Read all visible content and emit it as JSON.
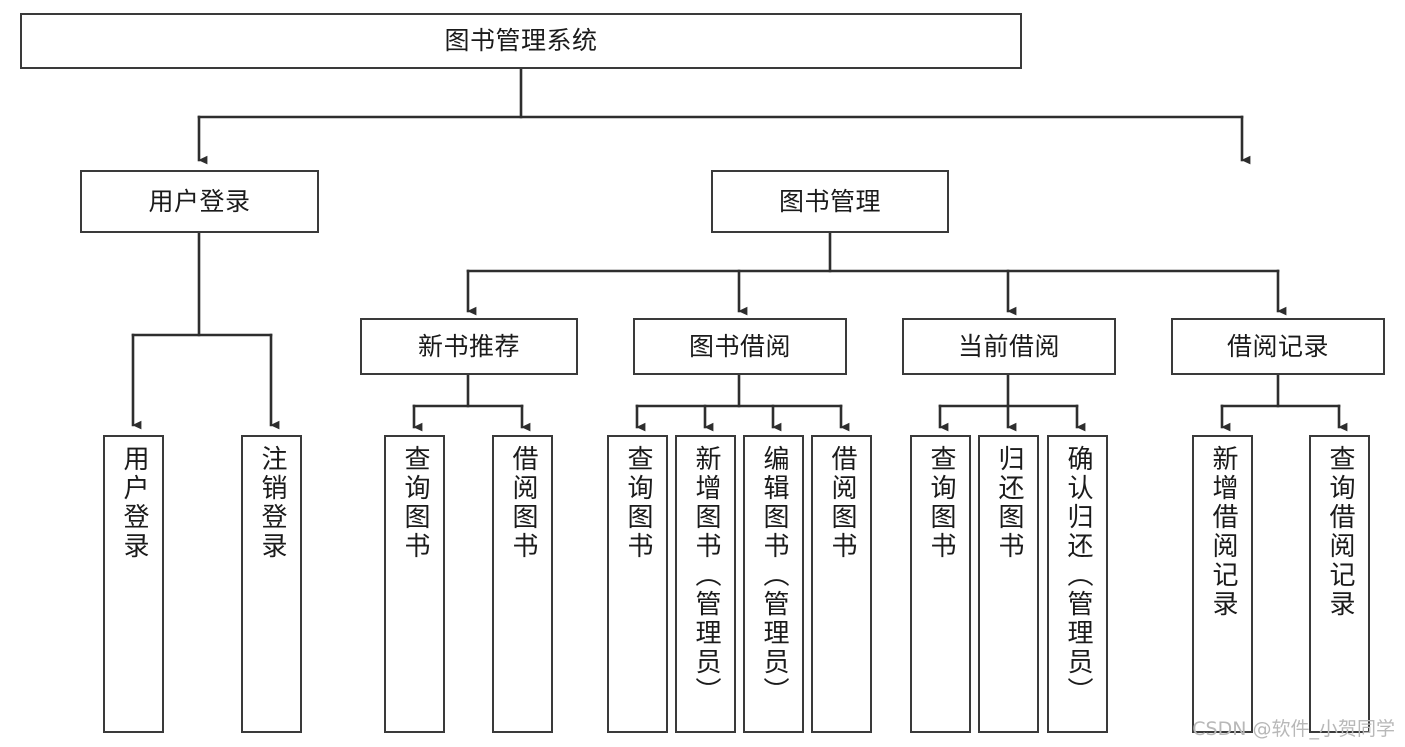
{
  "diagram": {
    "title": "图书管理系统",
    "watermark": "CSDN @软件_小贺同学",
    "line_color": "#3a3a3a",
    "box_fill": "#ffffff",
    "text_color": "#1b1b1b",
    "nodes": {
      "root": {
        "label": "图书管理系统"
      },
      "level1": [
        {
          "id": "user-login",
          "label": "用户登录"
        },
        {
          "id": "book-manage",
          "label": "图书管理"
        }
      ],
      "level2": [
        {
          "id": "new-book-recommend",
          "label": "新书推荐",
          "parent": "book-manage"
        },
        {
          "id": "book-borrow",
          "label": "图书借阅",
          "parent": "book-manage"
        },
        {
          "id": "current-borrow",
          "label": "当前借阅",
          "parent": "book-manage"
        },
        {
          "id": "borrow-record",
          "label": "借阅记录",
          "parent": "book-manage"
        }
      ],
      "leaves": [
        {
          "id": "leaf-user-login",
          "label": "用户登录",
          "parent": "user-login"
        },
        {
          "id": "leaf-logout",
          "label": "注销登录",
          "parent": "user-login"
        },
        {
          "id": "leaf-query-book-1",
          "label": "查询图书",
          "parent": "new-book-recommend"
        },
        {
          "id": "leaf-borrow-book-1",
          "label": "借阅图书",
          "parent": "new-book-recommend"
        },
        {
          "id": "leaf-query-book-2",
          "label": "查询图书",
          "parent": "book-borrow"
        },
        {
          "id": "leaf-add-book",
          "label": "新增图书（管理员）",
          "parent": "book-borrow"
        },
        {
          "id": "leaf-edit-book",
          "label": "编辑图书（管理员）",
          "parent": "book-borrow"
        },
        {
          "id": "leaf-borrow-book-2",
          "label": "借阅图书",
          "parent": "book-borrow"
        },
        {
          "id": "leaf-query-book-3",
          "label": "查询图书",
          "parent": "current-borrow"
        },
        {
          "id": "leaf-return-book",
          "label": "归还图书",
          "parent": "current-borrow"
        },
        {
          "id": "leaf-confirm-return",
          "label": "确认归还（管理员）",
          "parent": "current-borrow"
        },
        {
          "id": "leaf-add-record",
          "label": "新增借阅记录",
          "parent": "borrow-record"
        },
        {
          "id": "leaf-query-record",
          "label": "查询借阅记录",
          "parent": "borrow-record"
        }
      ]
    }
  }
}
